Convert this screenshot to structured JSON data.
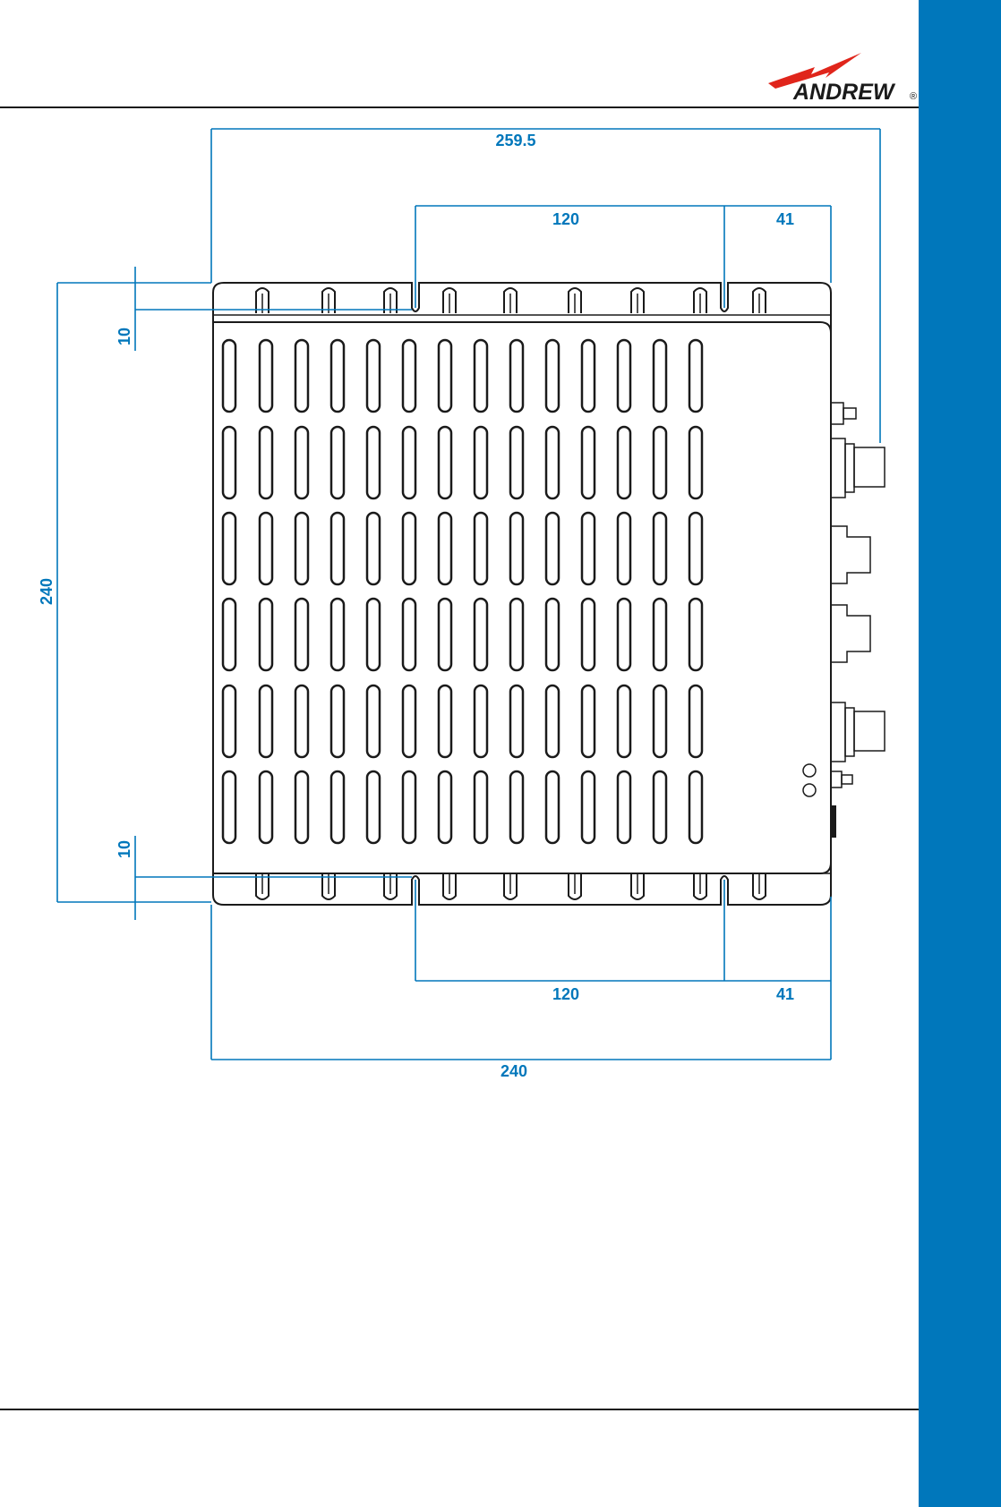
{
  "colors": {
    "accent_blue": "#0077bb",
    "line_black": "#1a1a1a",
    "side_bar": "#0077bb"
  },
  "logo": {
    "brand": "ANDREW",
    "mark": "®",
    "icon": "lightning-bolt-icon"
  },
  "dimensions": {
    "overall_width_top": "259.5",
    "top_span_middle": "120",
    "top_span_right": "41",
    "overall_height": "240",
    "tab_depth_top": "10",
    "tab_depth_bottom": "10",
    "bottom_span_middle": "120",
    "bottom_span_right": "41",
    "overall_width_bottom": "240"
  }
}
